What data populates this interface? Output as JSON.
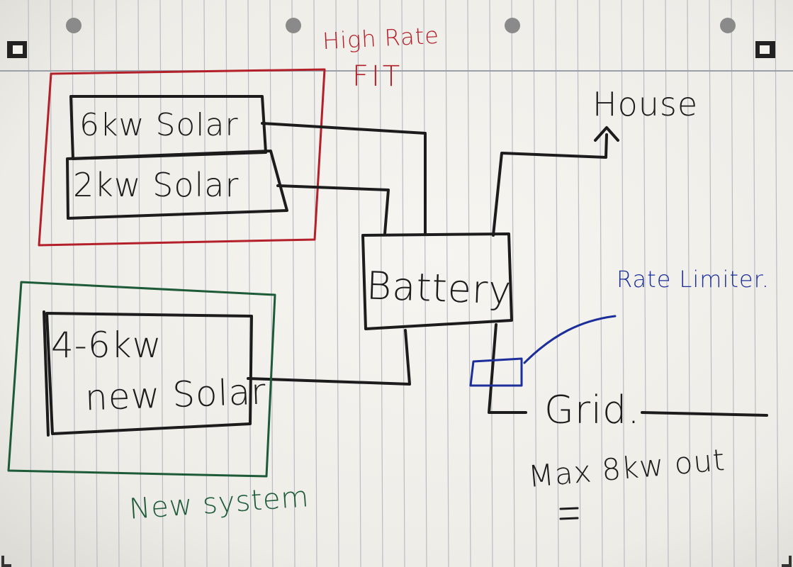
{
  "colors": {
    "ink_black": "#1c1c1c",
    "ink_red": "#b3202a",
    "ink_green": "#1d5a38",
    "ink_blue": "#1b2e9a",
    "paper": "#f3f1ec",
    "rule_line": "#b9bcc4"
  },
  "labels": {
    "high_rate": "High Rate",
    "fit": "FIT",
    "house": "House",
    "solar_6kw": "6kw Solar",
    "solar_2kw": "2kw Solar",
    "battery": "Battery",
    "rate_limiter": "Rate Limiter.",
    "new_solar_line1": "4-6kw",
    "new_solar_line2": "new Solar",
    "grid": "Grid.",
    "max_out": "Max 8kw out",
    "new_system": "New system"
  }
}
